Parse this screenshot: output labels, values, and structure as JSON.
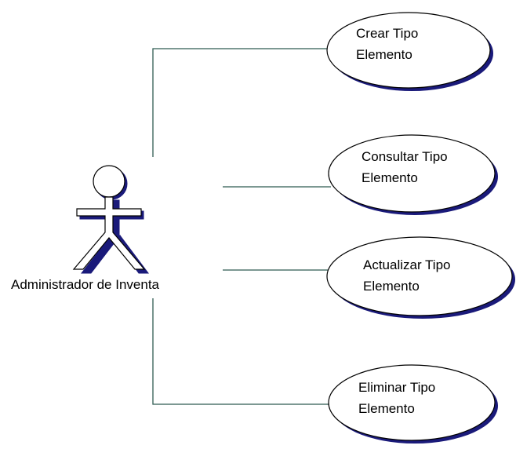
{
  "diagram": {
    "actor": {
      "label": "Administrador de Inventa"
    },
    "use_cases": [
      {
        "line1": "Crear Tipo",
        "line2": "Elemento"
      },
      {
        "line1": "Consultar Tipo",
        "line2": "Elemento"
      },
      {
        "line1": "Actualizar Tipo",
        "line2": "Elemento"
      },
      {
        "line1": "Eliminar Tipo",
        "line2": "Elemento"
      }
    ],
    "colors": {
      "connector": "#2f5a52",
      "shadow": "#1a1a7a",
      "outline": "#000000",
      "fill": "#ffffff"
    }
  }
}
